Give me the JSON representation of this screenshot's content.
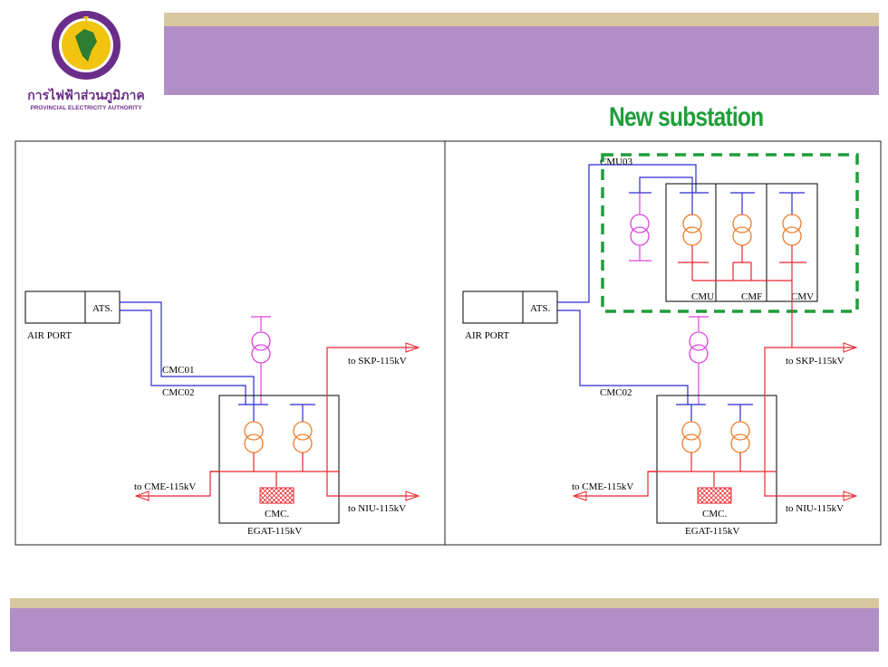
{
  "header": {
    "org_name_thai": "การไฟฟ้าส่วนภูมิภาค",
    "org_name_en": "PROVINCIAL ELECTRICITY AUTHORITY",
    "logo_icon": "pea-emblem-icon"
  },
  "callout": {
    "text": "New substation"
  },
  "colors": {
    "purple": "#b18fc6",
    "gold": "#d9c79f",
    "green": "#1f9e3a",
    "blue_line": "#2b2bd1",
    "red_line": "#e8262e",
    "orange_tx": "#f07c2a",
    "magenta_tx": "#e040e0"
  },
  "left_panel": {
    "ats": "ATS.",
    "airport": "AIR PORT",
    "feeder1": "CMC01",
    "feeder2": "CMC02",
    "to_skp": "to SKP-115kV",
    "to_cme": "to CME-115kV",
    "to_niu": "to NIU-115kV",
    "cmc": "CMC.",
    "egat": "EGAT-115kV"
  },
  "right_panel": {
    "ats": "ATS.",
    "airport": "AIR PORT",
    "feeder_new": "CMU03",
    "feeder2": "CMC02",
    "to_skp": "to SKP-115kV",
    "to_cme": "to CME-115kV",
    "to_niu": "to NIU-115kV",
    "cmc": "CMC.",
    "egat": "EGAT-115kV",
    "cmu": "CMU",
    "cmf": "CMF",
    "cmv": "CMV"
  }
}
